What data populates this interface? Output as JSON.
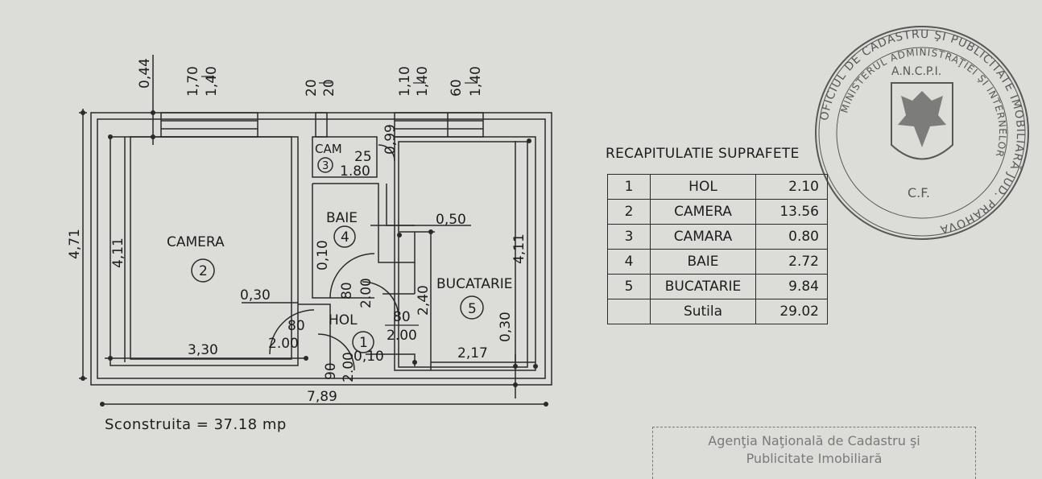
{
  "plan": {
    "dims_top": {
      "d1": "0,44",
      "d2_top": "1,70",
      "d2_bottom": "1,40",
      "d3_top": "20",
      "d3_bottom": "20",
      "d4_top": "1,10",
      "d4_bottom": "1,40",
      "d5_top": "60",
      "d5_bottom": "1,40"
    },
    "dims": {
      "total_height": "4,71",
      "left_height": "4,11",
      "right_height": "4,11",
      "cam_25": "25",
      "cam_099": "0,99",
      "cam_width": "1.80",
      "baie_050": "0,50",
      "baie_010": "0,10",
      "hol_80a": "80",
      "hol_200a": "2.00",
      "left_030": "0,30",
      "door_80": "80",
      "door_200": "2.00",
      "hol_80b": "80",
      "hol_200b": "2.00",
      "buc_240": "2,40",
      "buc_030": "0,30",
      "bottom_330": "3,30",
      "bottom_90": "90",
      "bottom_200": "2.00",
      "bottom_010": "0,10",
      "bottom_217": "2,17",
      "total_width": "7,89"
    },
    "rooms": {
      "camera": "CAMERA",
      "camera_no": "2",
      "cam": "CAM",
      "cam_no": "3",
      "baie": "BAIE",
      "baie_no": "4",
      "hol": "HOL",
      "hol_no": "1",
      "bucatarie": "BUCATARIE",
      "bucatarie_no": "5"
    },
    "area_text": "Sconstruita  =  37.18  mp"
  },
  "recap": {
    "title": "RECAPITULATIE SUPRAFETE",
    "rows": [
      {
        "nr": "1",
        "name": "HOL",
        "value": "2.10"
      },
      {
        "nr": "2",
        "name": "CAMERA",
        "value": "13.56"
      },
      {
        "nr": "3",
        "name": "CAMARA",
        "value": "0.80"
      },
      {
        "nr": "4",
        "name": "BAIE",
        "value": "2.72"
      },
      {
        "nr": "5",
        "name": "BUCATARIE",
        "value": "9.84"
      },
      {
        "nr": "",
        "name": "Sutila",
        "value": "29.02"
      }
    ]
  },
  "stamp": {
    "outer_text": "OFICIUL DE CADASTRU ŞI PUBLICITATE IMOBILIARĂ JUD. PRAHOVA",
    "inner_text": "MINISTERUL ADMINISTRAŢIEI ŞI INTERNELOR",
    "top": "A.N.C.P.I.",
    "bottom": "C.F."
  },
  "agency": {
    "line1": "Agenţia Naţională de Cadastru şi",
    "line2": "Publicitate Imobiliară"
  }
}
